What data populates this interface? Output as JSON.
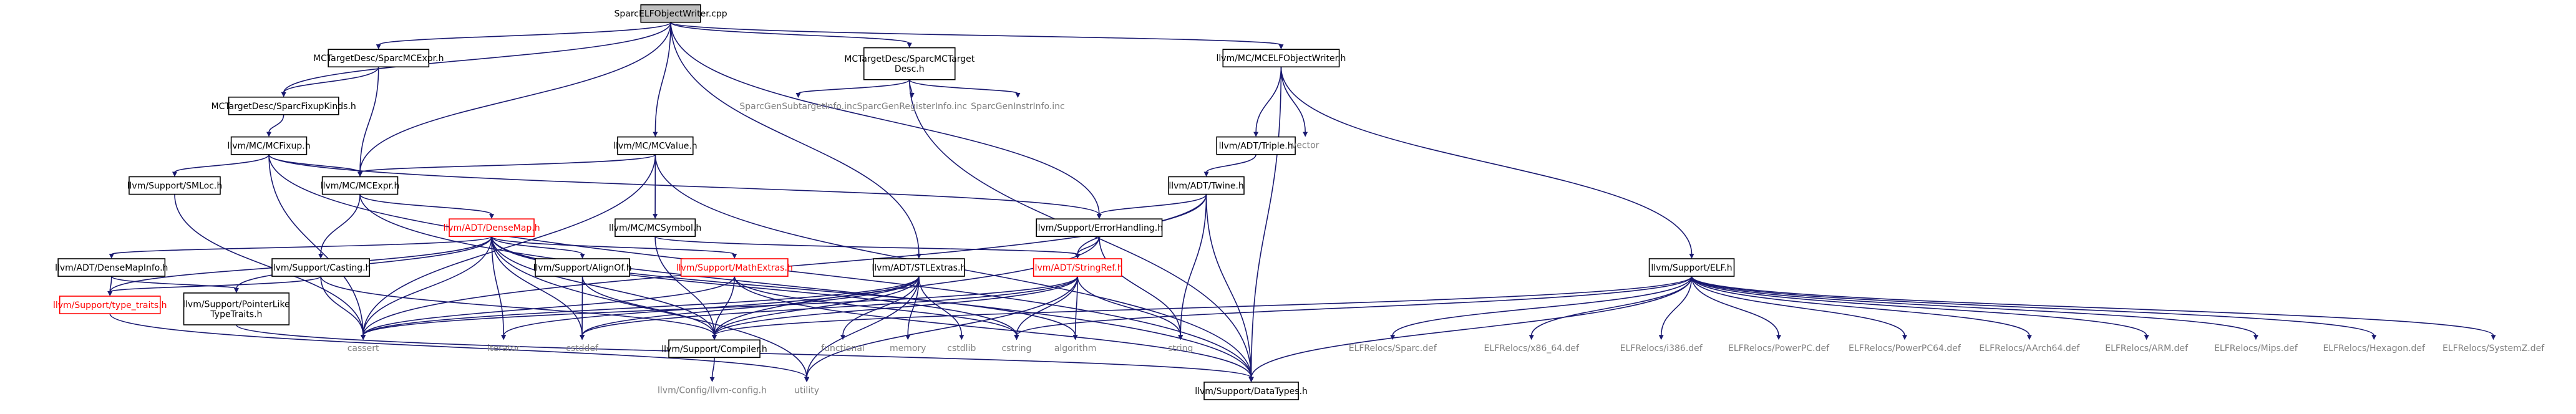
{
  "graph": {
    "nodes": [
      {
        "id": "root",
        "label": "SparcELFObjectWriter.cpp",
        "style": "root"
      },
      {
        "id": "mcexpr_target",
        "label": "MCTargetDesc/SparcMCExpr.h",
        "style": "box"
      },
      {
        "id": "mctargetdesc",
        "label": "MCTargetDesc/SparcMCTarget",
        "label2": "Desc.h",
        "style": "box"
      },
      {
        "id": "mcelfow",
        "label": "llvm/MC/MCELFObjectWriter.h",
        "style": "box"
      },
      {
        "id": "fixupkinds",
        "label": "MCTargetDesc/SparcFixupKinds.h",
        "style": "box"
      },
      {
        "id": "subtarget",
        "label": "SparcGenSubtargetInfo.inc",
        "style": "plain"
      },
      {
        "id": "reginfo",
        "label": "SparcGenRegisterInfo.inc",
        "style": "plain"
      },
      {
        "id": "instrinfo",
        "label": "SparcGenInstrInfo.inc",
        "style": "plain"
      },
      {
        "id": "triple",
        "label": "llvm/ADT/Triple.h",
        "style": "box"
      },
      {
        "id": "vector",
        "label": "vector",
        "style": "plain"
      },
      {
        "id": "mcfixup",
        "label": "llvm/MC/MCFixup.h",
        "style": "box"
      },
      {
        "id": "mcvalue",
        "label": "llvm/MC/MCValue.h",
        "style": "box"
      },
      {
        "id": "twine",
        "label": "llvm/ADT/Twine.h",
        "style": "box"
      },
      {
        "id": "smloc",
        "label": "llvm/Support/SMLoc.h",
        "style": "box"
      },
      {
        "id": "mcexpr",
        "label": "llvm/MC/MCExpr.h",
        "style": "box"
      },
      {
        "id": "densemap",
        "label": "llvm/ADT/DenseMap.h",
        "style": "red"
      },
      {
        "id": "mcsymbol",
        "label": "llvm/MC/MCSymbol.h",
        "style": "box"
      },
      {
        "id": "errorhandling",
        "label": "llvm/Support/ErrorHandling.h",
        "style": "box"
      },
      {
        "id": "densemapinfo",
        "label": "llvm/ADT/DenseMapInfo.h",
        "style": "box"
      },
      {
        "id": "casting",
        "label": "llvm/Support/Casting.h",
        "style": "box"
      },
      {
        "id": "alignof",
        "label": "llvm/Support/AlignOf.h",
        "style": "box"
      },
      {
        "id": "mathextras",
        "label": "llvm/Support/MathExtras.h",
        "style": "red"
      },
      {
        "id": "stlextras",
        "label": "llvm/ADT/STLExtras.h",
        "style": "box"
      },
      {
        "id": "stringref",
        "label": "llvm/ADT/StringRef.h",
        "style": "red"
      },
      {
        "id": "elf",
        "label": "llvm/Support/ELF.h",
        "style": "box"
      },
      {
        "id": "typetraits",
        "label": "llvm/Support/type_traits.h",
        "style": "red"
      },
      {
        "id": "pointerlike",
        "label": "llvm/Support/PointerLike",
        "label2": "TypeTraits.h",
        "style": "box"
      },
      {
        "id": "cassert",
        "label": "cassert",
        "style": "plain"
      },
      {
        "id": "iterator",
        "label": "iterator",
        "style": "plain"
      },
      {
        "id": "cstddef",
        "label": "cstddef",
        "style": "plain"
      },
      {
        "id": "compiler",
        "label": "llvm/Support/Compiler.h",
        "style": "box"
      },
      {
        "id": "functional",
        "label": "functional",
        "style": "plain"
      },
      {
        "id": "memory",
        "label": "memory",
        "style": "plain"
      },
      {
        "id": "cstdlib",
        "label": "cstdlib",
        "style": "plain"
      },
      {
        "id": "cstring",
        "label": "cstring",
        "style": "plain"
      },
      {
        "id": "algorithm",
        "label": "algorithm",
        "style": "plain"
      },
      {
        "id": "string",
        "label": "string",
        "style": "plain"
      },
      {
        "id": "sparcdef",
        "label": "ELFRelocs/Sparc.def",
        "style": "plain"
      },
      {
        "id": "x86_64def",
        "label": "ELFRelocs/x86_64.def",
        "style": "plain"
      },
      {
        "id": "i386def",
        "label": "ELFRelocs/i386.def",
        "style": "plain"
      },
      {
        "id": "ppcdef",
        "label": "ELFRelocs/PowerPC.def",
        "style": "plain"
      },
      {
        "id": "ppc64def",
        "label": "ELFRelocs/PowerPC64.def",
        "style": "plain"
      },
      {
        "id": "aarch64def",
        "label": "ELFRelocs/AArch64.def",
        "style": "plain"
      },
      {
        "id": "armdef",
        "label": "ELFRelocs/ARM.def",
        "style": "plain"
      },
      {
        "id": "mipsdef",
        "label": "ELFRelocs/Mips.def",
        "style": "plain"
      },
      {
        "id": "hexagondef",
        "label": "ELFRelocs/Hexagon.def",
        "style": "plain"
      },
      {
        "id": "systemzdef",
        "label": "ELFRelocs/SystemZ.def",
        "style": "plain"
      },
      {
        "id": "config",
        "label": "llvm/Config/llvm-config.h",
        "style": "plain"
      },
      {
        "id": "utility",
        "label": "utility",
        "style": "plain"
      },
      {
        "id": "datatypes",
        "label": "llvm/Support/DataTypes.h",
        "style": "box"
      }
    ],
    "edges": [
      [
        "root",
        "mcexpr_target"
      ],
      [
        "root",
        "mctargetdesc"
      ],
      [
        "root",
        "mcelfow"
      ],
      [
        "root",
        "fixupkinds"
      ],
      [
        "root",
        "mcvalue"
      ],
      [
        "root",
        "mcexpr"
      ],
      [
        "root",
        "errorhandling"
      ],
      [
        "root",
        "stlextras"
      ],
      [
        "mcexpr_target",
        "fixupkinds"
      ],
      [
        "mcexpr_target",
        "mcexpr"
      ],
      [
        "mctargetdesc",
        "subtarget"
      ],
      [
        "mctargetdesc",
        "reginfo"
      ],
      [
        "mctargetdesc",
        "instrinfo"
      ],
      [
        "mctargetdesc",
        "datatypes"
      ],
      [
        "mcelfow",
        "triple"
      ],
      [
        "mcelfow",
        "vector"
      ],
      [
        "mcelfow",
        "elf"
      ],
      [
        "mcelfow",
        "datatypes"
      ],
      [
        "fixupkinds",
        "mcfixup"
      ],
      [
        "mcfixup",
        "smloc"
      ],
      [
        "mcfixup",
        "mcexpr"
      ],
      [
        "mcfixup",
        "errorhandling"
      ],
      [
        "mcfixup",
        "cassert"
      ],
      [
        "mcfixup",
        "datatypes"
      ],
      [
        "mcvalue",
        "mcexpr"
      ],
      [
        "mcvalue",
        "mcsymbol"
      ],
      [
        "mcvalue",
        "cassert"
      ],
      [
        "mcvalue",
        "datatypes"
      ],
      [
        "triple",
        "twine"
      ],
      [
        "twine",
        "errorhandling"
      ],
      [
        "twine",
        "stringref"
      ],
      [
        "twine",
        "cassert"
      ],
      [
        "twine",
        "string"
      ],
      [
        "twine",
        "datatypes"
      ],
      [
        "smloc",
        "cassert"
      ],
      [
        "mcexpr",
        "casting"
      ],
      [
        "mcexpr",
        "densemap"
      ],
      [
        "mcexpr",
        "datatypes"
      ],
      [
        "densemap",
        "densemapinfo"
      ],
      [
        "densemap",
        "alignof"
      ],
      [
        "densemap",
        "mathextras"
      ],
      [
        "densemap",
        "typetraits"
      ],
      [
        "densemap",
        "pointerlike"
      ],
      [
        "densemap",
        "cassert"
      ],
      [
        "densemap",
        "iterator"
      ],
      [
        "densemap",
        "cstddef"
      ],
      [
        "densemap",
        "compiler"
      ],
      [
        "densemap",
        "algorithm"
      ],
      [
        "densemap",
        "cstring"
      ],
      [
        "densemap",
        "utility"
      ],
      [
        "mcsymbol",
        "stringref"
      ],
      [
        "mcsymbol",
        "compiler"
      ],
      [
        "errorhandling",
        "stringref"
      ],
      [
        "errorhandling",
        "compiler"
      ],
      [
        "errorhandling",
        "string"
      ],
      [
        "densemapinfo",
        "typetraits"
      ],
      [
        "densemapinfo",
        "pointerlike"
      ],
      [
        "casting",
        "typetraits"
      ],
      [
        "casting",
        "cassert"
      ],
      [
        "casting",
        "compiler"
      ],
      [
        "alignof",
        "cstddef"
      ],
      [
        "alignof",
        "compiler"
      ],
      [
        "mathextras",
        "compiler"
      ],
      [
        "mathextras",
        "datatypes"
      ],
      [
        "mathextras",
        "cassert"
      ],
      [
        "mathextras",
        "cstring"
      ],
      [
        "stlextras",
        "compiler"
      ],
      [
        "stlextras",
        "cassert"
      ],
      [
        "stlextras",
        "cstddef"
      ],
      [
        "stlextras",
        "functional"
      ],
      [
        "stlextras",
        "memory"
      ],
      [
        "stlextras",
        "cstdlib"
      ],
      [
        "stlextras",
        "iterator"
      ],
      [
        "stlextras",
        "utility"
      ],
      [
        "stringref",
        "compiler"
      ],
      [
        "stringref",
        "algorithm"
      ],
      [
        "stringref",
        "cassert"
      ],
      [
        "stringref",
        "cstddef"
      ],
      [
        "stringref",
        "cstring"
      ],
      [
        "stringref",
        "string"
      ],
      [
        "stringref",
        "utility"
      ],
      [
        "elf",
        "compiler"
      ],
      [
        "elf",
        "datatypes"
      ],
      [
        "elf",
        "cstring"
      ],
      [
        "elf",
        "sparcdef"
      ],
      [
        "elf",
        "x86_64def"
      ],
      [
        "elf",
        "i386def"
      ],
      [
        "elf",
        "ppcdef"
      ],
      [
        "elf",
        "ppc64def"
      ],
      [
        "elf",
        "aarch64def"
      ],
      [
        "elf",
        "armdef"
      ],
      [
        "elf",
        "mipsdef"
      ],
      [
        "elf",
        "hexagondef"
      ],
      [
        "elf",
        "systemzdef"
      ],
      [
        "typetraits",
        "utility"
      ],
      [
        "pointerlike",
        "datatypes"
      ],
      [
        "compiler",
        "config"
      ]
    ]
  }
}
